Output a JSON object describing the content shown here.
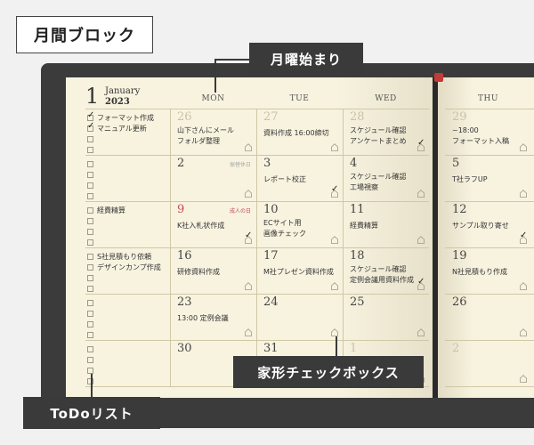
{
  "title": "月間ブロック",
  "callouts": {
    "weekday_start": "月曜始まり",
    "checkbox": "家形チェックボックス",
    "todo": "ToDoリスト"
  },
  "calendar": {
    "month_number": "1",
    "month_name": "January",
    "year": "2023",
    "weekdays": [
      "MON",
      "TUE",
      "WED",
      "THU"
    ],
    "weeks": [
      {
        "todo": [
          {
            "text": "フォーマット作成",
            "checked": true
          },
          {
            "text": "マニュアル更新",
            "checked": true
          },
          {
            "text": "",
            "checked": false
          },
          {
            "text": "",
            "checked": false
          }
        ],
        "days": [
          {
            "day": "26",
            "muted": true,
            "notes": [
              "山下さんにメール",
              "フォルダ整理"
            ],
            "checked": false
          },
          {
            "day": "27",
            "muted": true,
            "notes": [
              "資料作成 16:00締切"
            ],
            "checked": false
          },
          {
            "day": "28",
            "muted": true,
            "notes": [
              "スケジュール確認",
              "アンケートまとめ"
            ],
            "checked": true
          },
          {
            "day": "29",
            "muted": true,
            "notes": [
              "~18:00",
              "フォーマット入稿"
            ],
            "checked": false
          }
        ]
      },
      {
        "todo": [
          {
            "text": "",
            "checked": false
          },
          {
            "text": "",
            "checked": false
          },
          {
            "text": "",
            "checked": false
          },
          {
            "text": "",
            "checked": false
          }
        ],
        "days": [
          {
            "day": "2",
            "holiday": "振替休日",
            "notes": [],
            "checked": false
          },
          {
            "day": "3",
            "notes": [
              "レポート校正"
            ],
            "checked": true
          },
          {
            "day": "4",
            "notes": [
              "スケジュール確認",
              "工場視察"
            ],
            "checked": false
          },
          {
            "day": "5",
            "notes": [
              "T社ラフUP"
            ],
            "checked": false
          }
        ]
      },
      {
        "todo": [
          {
            "text": "経費精算",
            "checked": false
          },
          {
            "text": "",
            "checked": false
          },
          {
            "text": "",
            "checked": false
          },
          {
            "text": "",
            "checked": false
          }
        ],
        "days": [
          {
            "day": "9",
            "red": true,
            "holiday": "成人の日",
            "notes": [
              "K社入札状作成"
            ],
            "checked": true
          },
          {
            "day": "10",
            "notes": [
              "ECサイト用",
              "画像チェック"
            ],
            "checked": false
          },
          {
            "day": "11",
            "notes": [
              "経費精算"
            ],
            "checked": false
          },
          {
            "day": "12",
            "notes": [
              "サンプル取り寄せ"
            ],
            "checked": true
          }
        ]
      },
      {
        "todo": [
          {
            "text": "S社見積もり依頼",
            "checked": false
          },
          {
            "text": "デザインカンプ作成",
            "checked": false
          },
          {
            "text": "",
            "checked": false
          },
          {
            "text": "",
            "checked": false
          }
        ],
        "days": [
          {
            "day": "16",
            "notes": [
              "研修資料作成"
            ],
            "checked": false
          },
          {
            "day": "17",
            "notes": [
              "M社プレゼン資料作成"
            ],
            "checked": false
          },
          {
            "day": "18",
            "notes": [
              "スケジュール確認",
              "定例会議用資料作成"
            ],
            "checked": true
          },
          {
            "day": "19",
            "notes": [
              "N社見積もり作成"
            ],
            "checked": false
          }
        ]
      },
      {
        "todo": [
          {
            "text": "",
            "checked": false
          },
          {
            "text": "",
            "checked": false
          },
          {
            "text": "",
            "checked": false
          },
          {
            "text": "",
            "checked": false
          }
        ],
        "days": [
          {
            "day": "23",
            "notes": [
              "13:00 定例会議"
            ],
            "checked": false
          },
          {
            "day": "24",
            "notes": [],
            "checked": false
          },
          {
            "day": "25",
            "notes": [],
            "checked": false
          },
          {
            "day": "26",
            "notes": [],
            "checked": false
          }
        ]
      },
      {
        "todo": [
          {
            "text": "",
            "checked": false
          },
          {
            "text": "",
            "checked": false
          },
          {
            "text": "",
            "checked": false
          },
          {
            "text": "",
            "checked": false
          }
        ],
        "days": [
          {
            "day": "30",
            "notes": [],
            "checked": false
          },
          {
            "day": "31",
            "notes": [],
            "checked": false
          },
          {
            "day": "1",
            "muted": true,
            "notes": [],
            "checked": false
          },
          {
            "day": "2",
            "muted": true,
            "notes": [],
            "checked": false
          }
        ]
      }
    ]
  }
}
